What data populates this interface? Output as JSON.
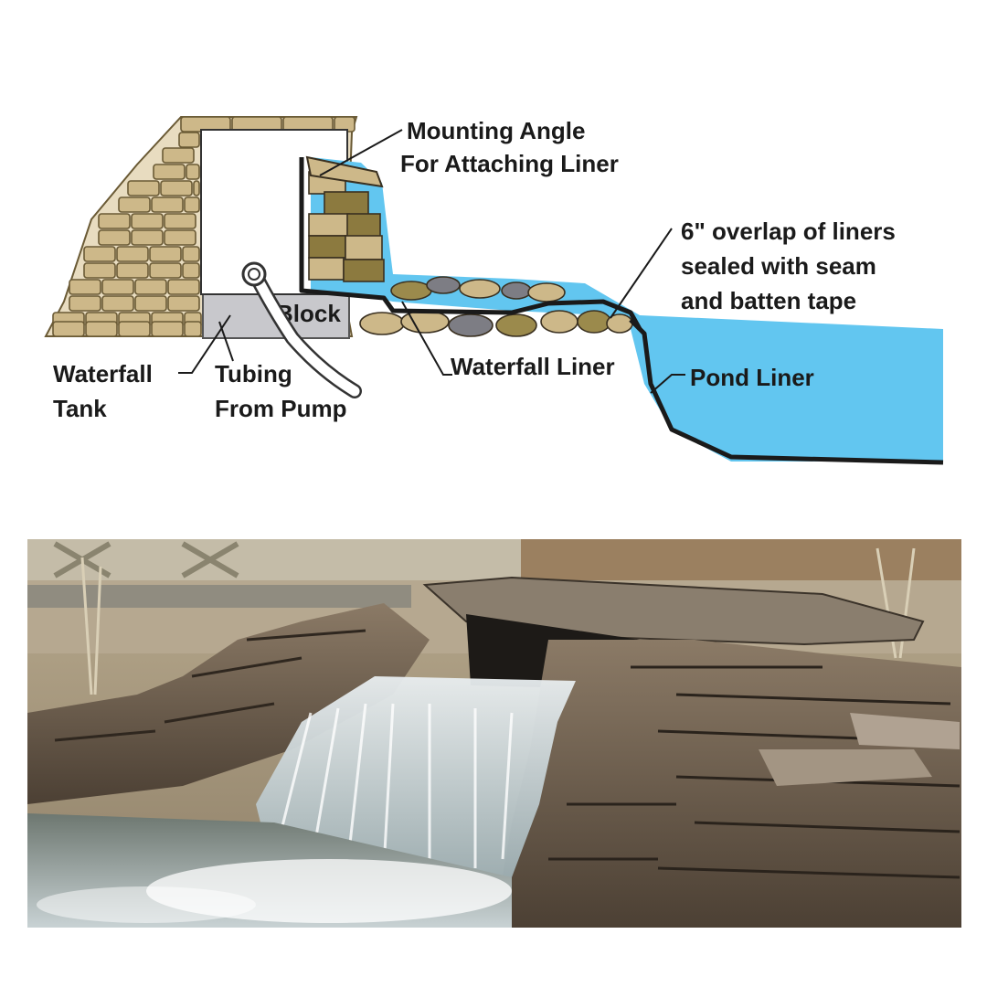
{
  "diagram": {
    "labels": {
      "mounting_angle": [
        "Mounting Angle",
        "For Attaching Liner"
      ],
      "overlap": [
        "6\" overlap of liners",
        "sealed with seam",
        "and batten tape"
      ],
      "block": "Block",
      "waterfall_tank": [
        "Waterfall",
        "Tank"
      ],
      "tubing": [
        "Tubing",
        "From Pump"
      ],
      "waterfall_liner": "Waterfall Liner",
      "pond_liner": "Pond Liner"
    },
    "colors": {
      "stone": "#cdb889",
      "stone_dark": "#8c7a3f",
      "water": "#62c6f0",
      "liner": "#1a1a1a",
      "block": "#c8c8cc"
    }
  },
  "photo": {
    "subject": "stone-waterfall-photo"
  }
}
